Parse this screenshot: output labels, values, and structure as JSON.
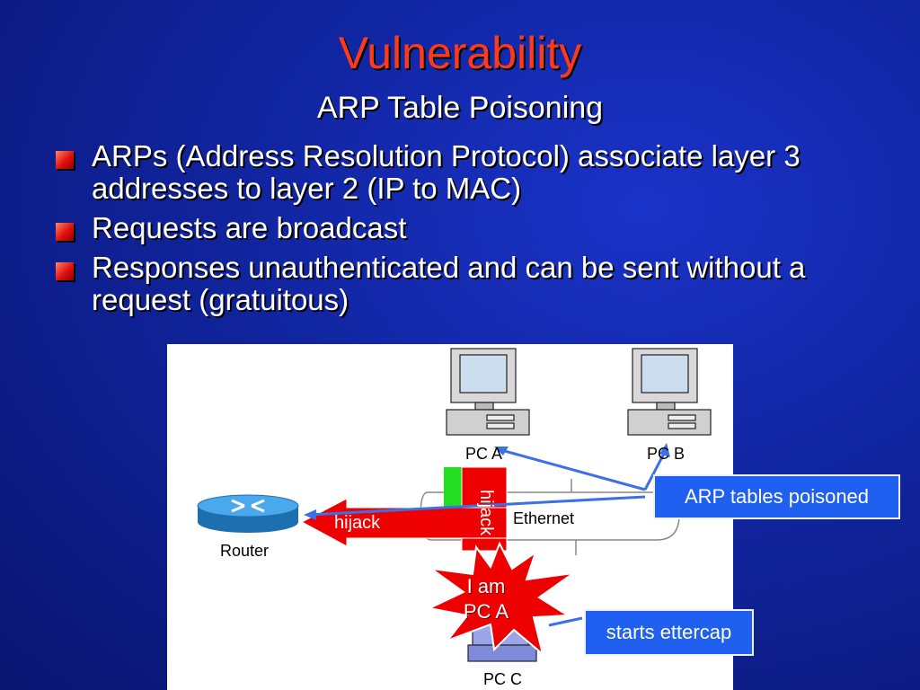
{
  "slide": {
    "title": "Vulnerability",
    "subtitle": "ARP Table Poisoning",
    "bullets": [
      "ARPs (Address Resolution Protocol) associate layer 3 addresses to layer 2 (IP to MAC)",
      "Requests are broadcast",
      "Responses unauthenticated and can be sent without a request (gratuitous)"
    ]
  },
  "diagram": {
    "pc_a_label": "PC A",
    "pc_b_label": "PC B",
    "pc_c_label": "PC C",
    "router_label": "Router",
    "ethernet_label": "Ethernet",
    "hijack_horizontal": "hijack",
    "hijack_vertical": "hijack",
    "burst_text": "I am\nPC A",
    "callout_poisoned": "ARP tables poisoned",
    "callout_ettercap": "starts ettercap"
  },
  "colors": {
    "title": "#ff3a1a",
    "background": "#10249e",
    "arrow_red": "#ee0000",
    "callout_blue": "#2060f0",
    "router": "#2f8fd6"
  }
}
